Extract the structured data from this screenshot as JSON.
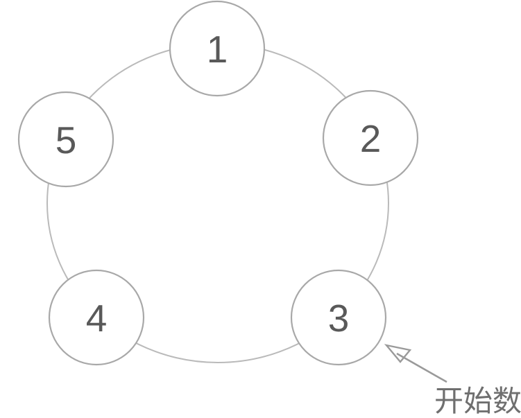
{
  "nodes": [
    {
      "label": "1"
    },
    {
      "label": "2"
    },
    {
      "label": "3"
    },
    {
      "label": "4"
    },
    {
      "label": "5"
    }
  ],
  "annotation": {
    "label": "开始数"
  },
  "colors": {
    "background": "#ffffff",
    "ring_stroke": "#bababa",
    "node_stroke": "#a8a8a8",
    "node_fill": "#ffffff",
    "number": "#595959",
    "arrow": "#9a9a9a",
    "annotation_text": "#6f6f6f"
  }
}
